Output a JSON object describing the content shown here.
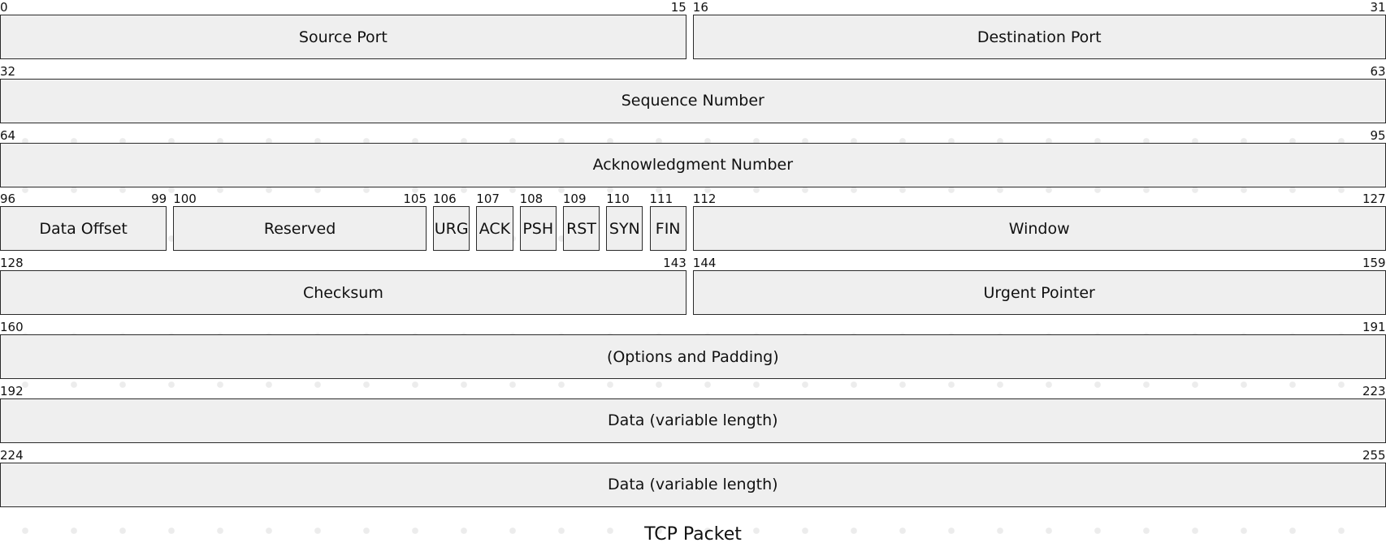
{
  "rows": [
    {
      "fields": [
        {
          "start": 0,
          "end": 15,
          "label": "Source Port"
        },
        {
          "start": 16,
          "end": 31,
          "label": "Destination Port"
        }
      ]
    },
    {
      "fields": [
        {
          "start": 32,
          "end": 63,
          "label": "Sequence Number"
        }
      ]
    },
    {
      "fields": [
        {
          "start": 64,
          "end": 95,
          "label": "Acknowledgment Number"
        }
      ]
    },
    {
      "fields": [
        {
          "start": 96,
          "end": 99,
          "label": "Data Offset"
        },
        {
          "start": 100,
          "end": 105,
          "label": "Reserved"
        },
        {
          "start": 106,
          "end": 106,
          "label": "URG"
        },
        {
          "start": 107,
          "end": 107,
          "label": "ACK"
        },
        {
          "start": 108,
          "end": 108,
          "label": "PSH"
        },
        {
          "start": 109,
          "end": 109,
          "label": "RST"
        },
        {
          "start": 110,
          "end": 110,
          "label": "SYN"
        },
        {
          "start": 111,
          "end": 111,
          "label": "FIN"
        },
        {
          "start": 112,
          "end": 127,
          "label": "Window"
        }
      ]
    },
    {
      "fields": [
        {
          "start": 128,
          "end": 143,
          "label": "Checksum"
        },
        {
          "start": 144,
          "end": 159,
          "label": "Urgent Pointer"
        }
      ]
    },
    {
      "fields": [
        {
          "start": 160,
          "end": 191,
          "label": "(Options and Padding)"
        }
      ]
    },
    {
      "fields": [
        {
          "start": 192,
          "end": 223,
          "label": "Data (variable length)"
        }
      ]
    },
    {
      "fields": [
        {
          "start": 224,
          "end": 255,
          "label": "Data (variable length)"
        }
      ]
    }
  ],
  "caption": "TCP Packet"
}
